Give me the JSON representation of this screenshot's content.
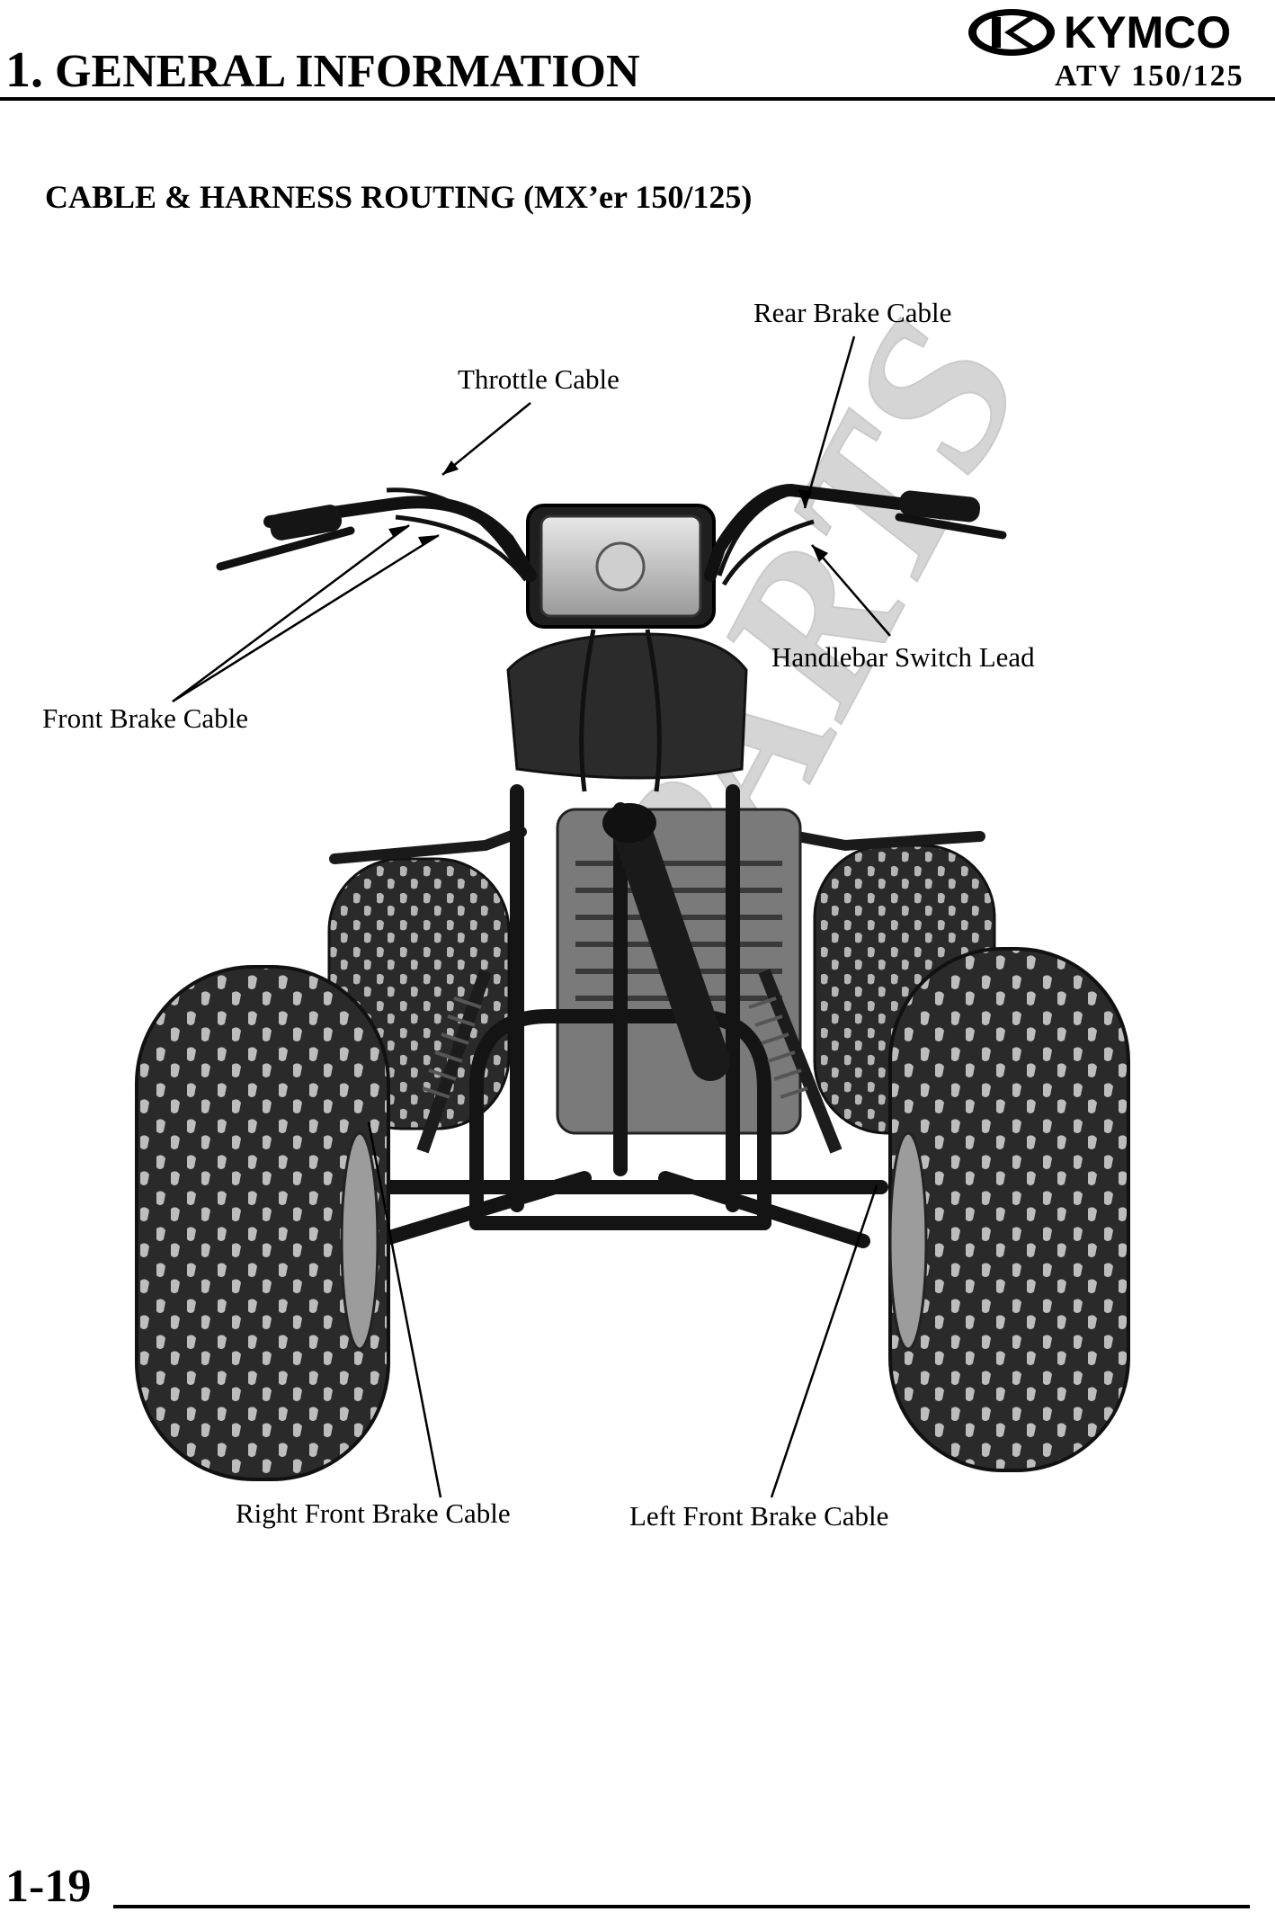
{
  "header": {
    "section_number": "1.",
    "section_title": "GENERAL INFORMATION",
    "brand": "KYMCO",
    "model": "ATV 150/125"
  },
  "diagram": {
    "title": "CABLE & HARNESS ROUTING (MX’er 150/125)",
    "callouts": {
      "rear_brake_cable": "Rear Brake Cable",
      "throttle_cable": "Throttle Cable",
      "handlebar_switch_lead": "Handlebar Switch Lead",
      "front_brake_cable": "Front Brake Cable",
      "right_front_brake_cable": "Right Front Brake Cable",
      "left_front_brake_cable": "Left Front Brake Cable"
    },
    "watermark": "PARTS"
  },
  "footer": {
    "page_number": "1-19"
  }
}
